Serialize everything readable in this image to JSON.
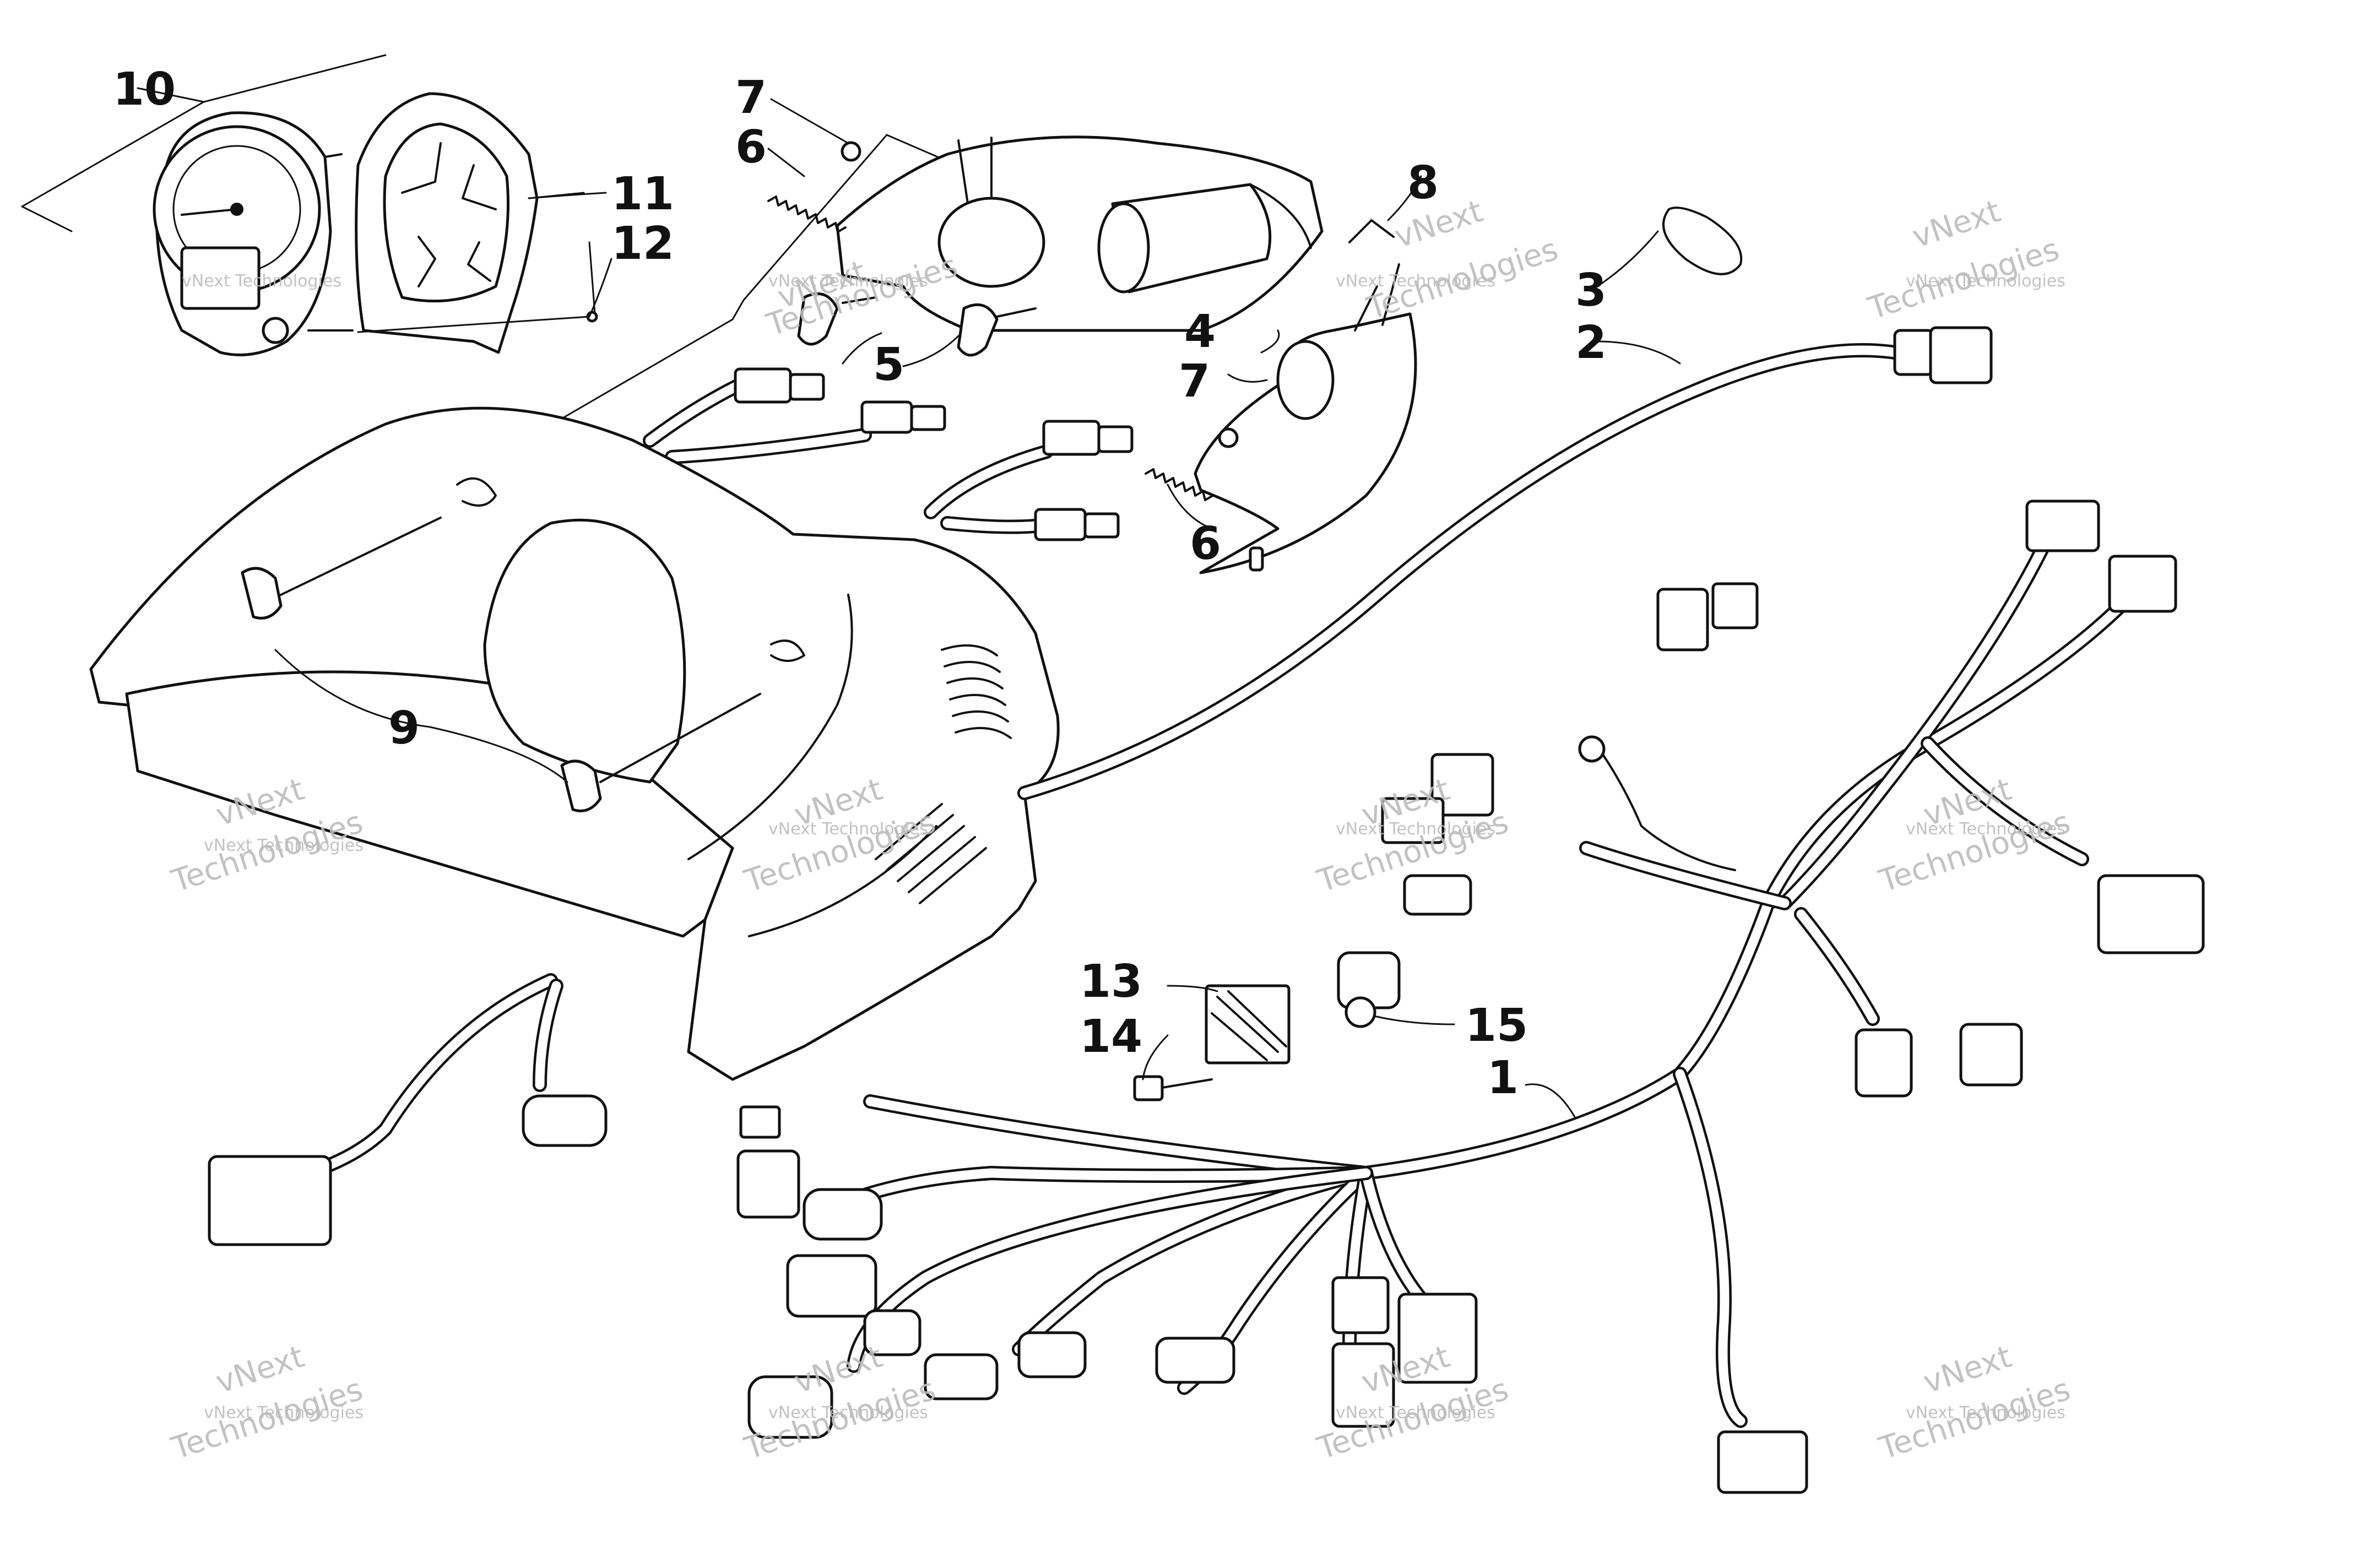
{
  "callouts": {
    "c1": "1",
    "c2": "2",
    "c3": "3",
    "c4": "4",
    "c5": "5",
    "c6a": "6",
    "c6b": "6",
    "c7a": "7",
    "c7b": "7",
    "c8": "8",
    "c9": "9",
    "c10": "10",
    "c11": "11",
    "c12": "12",
    "c13": "13",
    "c14": "14",
    "c15": "15"
  },
  "watermark": {
    "line1": "vNext Technologies",
    "line2": "vNext",
    "line3": "Technologies"
  }
}
